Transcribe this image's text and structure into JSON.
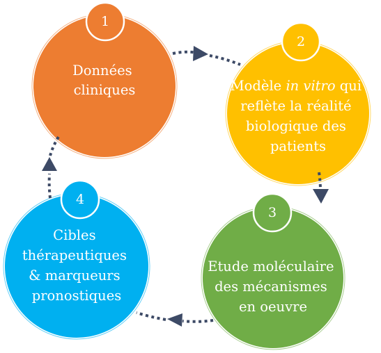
{
  "steps": [
    {
      "number": "1",
      "lines": [
        "Données",
        "cliniques"
      ],
      "fill": "#ed7d31",
      "badge_fill": "#ed7d31"
    },
    {
      "number": "2",
      "lines": [
        "Modèle ",
        "in vitro",
        " qui",
        "reflète la réalité",
        "biologique des",
        "patients"
      ],
      "italic": "in vitro",
      "fill": "#ffc000",
      "badge_fill": "#ffc000"
    },
    {
      "number": "3",
      "lines": [
        "Etude moléculaire",
        "des mécanismes",
        "en oeuvre"
      ],
      "fill": "#70ad47",
      "badge_fill": "#70ad47"
    },
    {
      "number": "4",
      "lines": [
        "Cibles",
        "thérapeutiques",
        "& marqueurs",
        "pronostiques"
      ],
      "fill": "#00b0f0",
      "badge_fill": "#00b0f0"
    }
  ],
  "connector_color": "#3d4a66"
}
